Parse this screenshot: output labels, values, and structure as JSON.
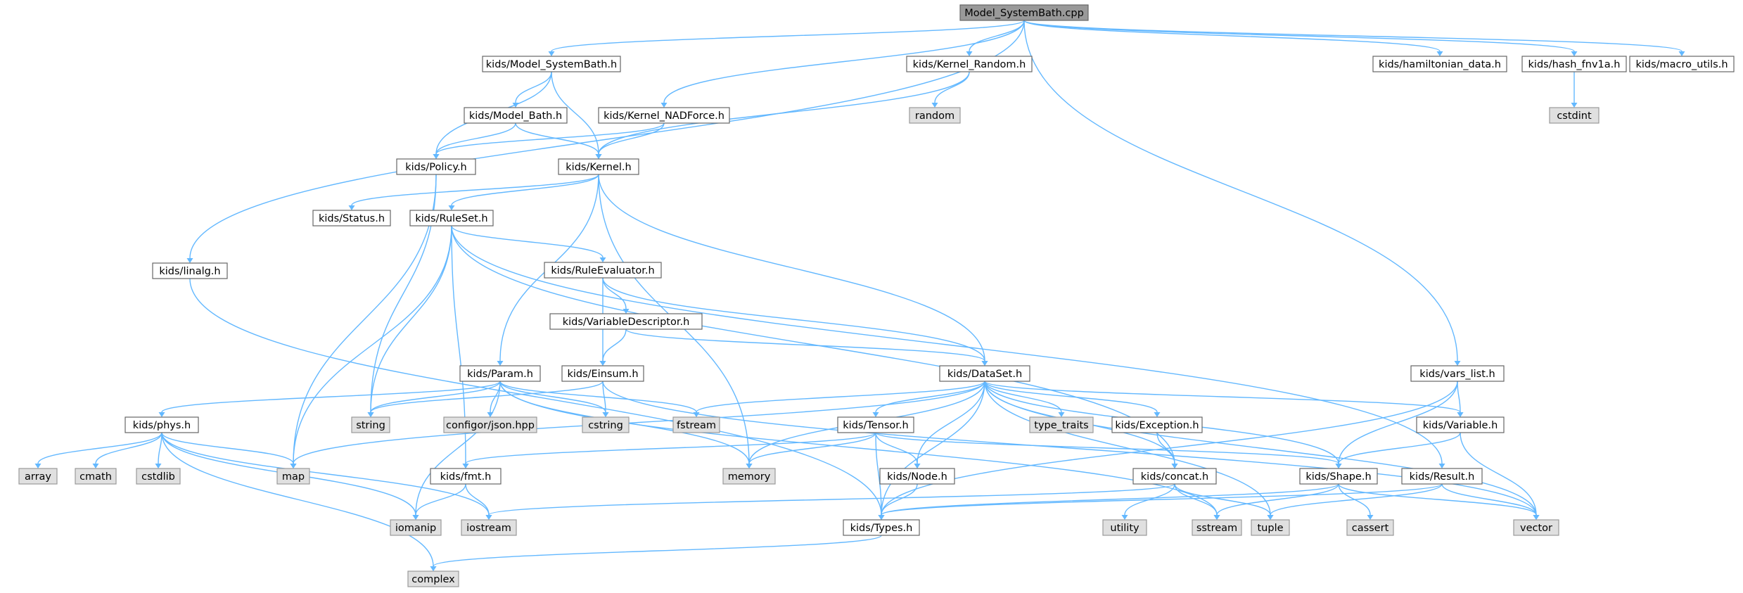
{
  "graph": {
    "colors": {
      "edge": "#63b8ff",
      "root_fill": "#999999",
      "root_border": "#666666",
      "file_fill": "#ffffff",
      "file_border": "#666666",
      "external_fill": "#e0e0e0",
      "external_border": "#999999"
    },
    "nodes": [
      {
        "id": "root",
        "label": "Model_SystemBath.cpp",
        "kind": "root"
      },
      {
        "id": "kids_linalg_h",
        "label": "kids/linalg.h",
        "kind": "file"
      },
      {
        "id": "kids_model_systembath_h",
        "label": "kids/Model_SystemBath.h",
        "kind": "file"
      },
      {
        "id": "kids_model_bath_h",
        "label": "kids/Model_Bath.h",
        "kind": "file"
      },
      {
        "id": "kids_kernel_nadforce_h",
        "label": "kids/Kernel_NADForce.h",
        "kind": "file"
      },
      {
        "id": "kids_kernel_random_h",
        "label": "kids/Kernel_Random.h",
        "kind": "file"
      },
      {
        "id": "random",
        "label": "random",
        "kind": "external"
      },
      {
        "id": "kids_policy_h",
        "label": "kids/Policy.h",
        "kind": "file"
      },
      {
        "id": "kids_kernel_h",
        "label": "kids/Kernel.h",
        "kind": "file"
      },
      {
        "id": "kids_hamiltonian_data_h",
        "label": "kids/hamiltonian_data.h",
        "kind": "file"
      },
      {
        "id": "kids_hash_fnv1a_h",
        "label": "kids/hash_fnv1a.h",
        "kind": "file"
      },
      {
        "id": "kids_macro_utils_h",
        "label": "kids/macro_utils.h",
        "kind": "file"
      },
      {
        "id": "cstdint",
        "label": "cstdint",
        "kind": "external"
      },
      {
        "id": "kids_status_h",
        "label": "kids/Status.h",
        "kind": "file"
      },
      {
        "id": "kids_ruleset_h",
        "label": "kids/RuleSet.h",
        "kind": "file"
      },
      {
        "id": "kids_ruleevaluator_h",
        "label": "kids/RuleEvaluator.h",
        "kind": "file"
      },
      {
        "id": "kids_variabledescriptor_h",
        "label": "kids/VariableDescriptor.h",
        "kind": "file"
      },
      {
        "id": "kids_param_h",
        "label": "kids/Param.h",
        "kind": "file"
      },
      {
        "id": "kids_einsum_h",
        "label": "kids/Einsum.h",
        "kind": "file"
      },
      {
        "id": "kids_dataset_h",
        "label": "kids/DataSet.h",
        "kind": "file"
      },
      {
        "id": "kids_vars_list_h",
        "label": "kids/vars_list.h",
        "kind": "file"
      },
      {
        "id": "kids_phys_h",
        "label": "kids/phys.h",
        "kind": "file"
      },
      {
        "id": "string",
        "label": "string",
        "kind": "external"
      },
      {
        "id": "configor_json_hpp",
        "label": "configor/json.hpp",
        "kind": "external"
      },
      {
        "id": "cstring",
        "label": "cstring",
        "kind": "external"
      },
      {
        "id": "fstream",
        "label": "fstream",
        "kind": "external"
      },
      {
        "id": "type_traits",
        "label": "type_traits",
        "kind": "external"
      },
      {
        "id": "kids_tensor_h",
        "label": "kids/Tensor.h",
        "kind": "file"
      },
      {
        "id": "kids_exception_h",
        "label": "kids/Exception.h",
        "kind": "file"
      },
      {
        "id": "kids_variable_h",
        "label": "kids/Variable.h",
        "kind": "file"
      },
      {
        "id": "array",
        "label": "array",
        "kind": "external"
      },
      {
        "id": "cmath",
        "label": "cmath",
        "kind": "external"
      },
      {
        "id": "cstdlib",
        "label": "cstdlib",
        "kind": "external"
      },
      {
        "id": "map",
        "label": "map",
        "kind": "external"
      },
      {
        "id": "memory",
        "label": "memory",
        "kind": "external"
      },
      {
        "id": "kids_fmt_h",
        "label": "kids/fmt.h",
        "kind": "file"
      },
      {
        "id": "kids_node_h",
        "label": "kids/Node.h",
        "kind": "file"
      },
      {
        "id": "kids_concat_h",
        "label": "kids/concat.h",
        "kind": "file"
      },
      {
        "id": "kids_shape_h",
        "label": "kids/Shape.h",
        "kind": "file"
      },
      {
        "id": "kids_result_h",
        "label": "kids/Result.h",
        "kind": "file"
      },
      {
        "id": "iomanip",
        "label": "iomanip",
        "kind": "external"
      },
      {
        "id": "iostream",
        "label": "iostream",
        "kind": "external"
      },
      {
        "id": "kids_types_h",
        "label": "kids/Types.h",
        "kind": "file"
      },
      {
        "id": "utility",
        "label": "utility",
        "kind": "external"
      },
      {
        "id": "sstream",
        "label": "sstream",
        "kind": "external"
      },
      {
        "id": "tuple",
        "label": "tuple",
        "kind": "external"
      },
      {
        "id": "cassert",
        "label": "cassert",
        "kind": "external"
      },
      {
        "id": "vector",
        "label": "vector",
        "kind": "external"
      },
      {
        "id": "complex",
        "label": "complex",
        "kind": "external"
      }
    ],
    "edges": [
      [
        "root",
        "kids_linalg_h"
      ],
      [
        "root",
        "kids_model_systembath_h"
      ],
      [
        "root",
        "kids_kernel_nadforce_h"
      ],
      [
        "root",
        "kids_kernel_random_h"
      ],
      [
        "root",
        "kids_vars_list_h"
      ],
      [
        "root",
        "kids_hamiltonian_data_h"
      ],
      [
        "root",
        "kids_hash_fnv1a_h"
      ],
      [
        "root",
        "kids_macro_utils_h"
      ],
      [
        "kids_model_systembath_h",
        "kids_model_bath_h"
      ],
      [
        "kids_model_systembath_h",
        "kids_policy_h"
      ],
      [
        "kids_model_systembath_h",
        "kids_kernel_h"
      ],
      [
        "kids_model_bath_h",
        "kids_policy_h"
      ],
      [
        "kids_model_bath_h",
        "kids_kernel_h"
      ],
      [
        "kids_kernel_nadforce_h",
        "kids_policy_h"
      ],
      [
        "kids_kernel_nadforce_h",
        "kids_kernel_h"
      ],
      [
        "kids_kernel_random_h",
        "random"
      ],
      [
        "kids_kernel_random_h",
        "kids_kernel_h"
      ],
      [
        "kids_hash_fnv1a_h",
        "cstdint"
      ],
      [
        "kids_policy_h",
        "string"
      ],
      [
        "kids_policy_h",
        "map"
      ],
      [
        "kids_kernel_h",
        "kids_status_h"
      ],
      [
        "kids_kernel_h",
        "kids_ruleset_h"
      ],
      [
        "kids_kernel_h",
        "kids_param_h"
      ],
      [
        "kids_kernel_h",
        "kids_dataset_h"
      ],
      [
        "kids_kernel_h",
        "memory"
      ],
      [
        "kids_ruleset_h",
        "kids_ruleevaluator_h"
      ],
      [
        "kids_ruleset_h",
        "string"
      ],
      [
        "kids_ruleset_h",
        "map"
      ],
      [
        "kids_ruleset_h",
        "kids_fmt_h"
      ],
      [
        "kids_ruleset_h",
        "kids_concat_h"
      ],
      [
        "kids_ruleset_h",
        "kids_result_h"
      ],
      [
        "kids_ruleevaluator_h",
        "kids_variabledescriptor_h"
      ],
      [
        "kids_ruleevaluator_h",
        "kids_einsum_h"
      ],
      [
        "kids_ruleevaluator_h",
        "kids_dataset_h"
      ],
      [
        "kids_variabledescriptor_h",
        "kids_einsum_h"
      ],
      [
        "kids_variabledescriptor_h",
        "kids_dataset_h"
      ],
      [
        "kids_param_h",
        "kids_phys_h"
      ],
      [
        "kids_param_h",
        "string"
      ],
      [
        "kids_param_h",
        "configor_json_hpp"
      ],
      [
        "kids_param_h",
        "cstring"
      ],
      [
        "kids_param_h",
        "fstream"
      ],
      [
        "kids_param_h",
        "iomanip"
      ],
      [
        "kids_param_h",
        "memory"
      ],
      [
        "kids_param_h",
        "sstream"
      ],
      [
        "kids_einsum_h",
        "string"
      ],
      [
        "kids_einsum_h",
        "cstring"
      ],
      [
        "kids_einsum_h",
        "vector"
      ],
      [
        "kids_dataset_h",
        "fstream"
      ],
      [
        "kids_dataset_h",
        "type_traits"
      ],
      [
        "kids_dataset_h",
        "kids_tensor_h"
      ],
      [
        "kids_dataset_h",
        "kids_exception_h"
      ],
      [
        "kids_dataset_h",
        "kids_variable_h"
      ],
      [
        "kids_dataset_h",
        "map"
      ],
      [
        "kids_dataset_h",
        "memory"
      ],
      [
        "kids_dataset_h",
        "kids_node_h"
      ],
      [
        "kids_dataset_h",
        "kids_concat_h"
      ],
      [
        "kids_dataset_h",
        "kids_shape_h"
      ],
      [
        "kids_dataset_h",
        "kids_types_h"
      ],
      [
        "kids_dataset_h",
        "tuple"
      ],
      [
        "kids_dataset_h",
        "vector"
      ],
      [
        "kids_vars_list_h",
        "kids_variable_h"
      ],
      [
        "kids_vars_list_h",
        "kids_shape_h"
      ],
      [
        "kids_vars_list_h",
        "kids_types_h"
      ],
      [
        "kids_linalg_h",
        "kids_types_h"
      ],
      [
        "kids_phys_h",
        "array"
      ],
      [
        "kids_phys_h",
        "cmath"
      ],
      [
        "kids_phys_h",
        "cstdlib"
      ],
      [
        "kids_phys_h",
        "map"
      ],
      [
        "kids_phys_h",
        "iomanip"
      ],
      [
        "kids_phys_h",
        "iostream"
      ],
      [
        "kids_phys_h",
        "complex"
      ],
      [
        "kids_tensor_h",
        "kids_fmt_h"
      ],
      [
        "kids_tensor_h",
        "memory"
      ],
      [
        "kids_tensor_h",
        "kids_node_h"
      ],
      [
        "kids_tensor_h",
        "kids_shape_h"
      ],
      [
        "kids_tensor_h",
        "kids_types_h"
      ],
      [
        "kids_exception_h",
        "kids_concat_h"
      ],
      [
        "kids_variable_h",
        "kids_shape_h"
      ],
      [
        "kids_variable_h",
        "vector"
      ],
      [
        "kids_fmt_h",
        "iomanip"
      ],
      [
        "kids_fmt_h",
        "iostream"
      ],
      [
        "kids_node_h",
        "kids_types_h"
      ],
      [
        "kids_concat_h",
        "iostream"
      ],
      [
        "kids_concat_h",
        "utility"
      ],
      [
        "kids_concat_h",
        "sstream"
      ],
      [
        "kids_concat_h",
        "tuple"
      ],
      [
        "kids_shape_h",
        "kids_types_h"
      ],
      [
        "kids_shape_h",
        "sstream"
      ],
      [
        "kids_shape_h",
        "cassert"
      ],
      [
        "kids_shape_h",
        "vector"
      ],
      [
        "kids_result_h",
        "kids_types_h"
      ],
      [
        "kids_result_h",
        "tuple"
      ],
      [
        "kids_result_h",
        "vector"
      ],
      [
        "kids_types_h",
        "complex"
      ]
    ]
  }
}
